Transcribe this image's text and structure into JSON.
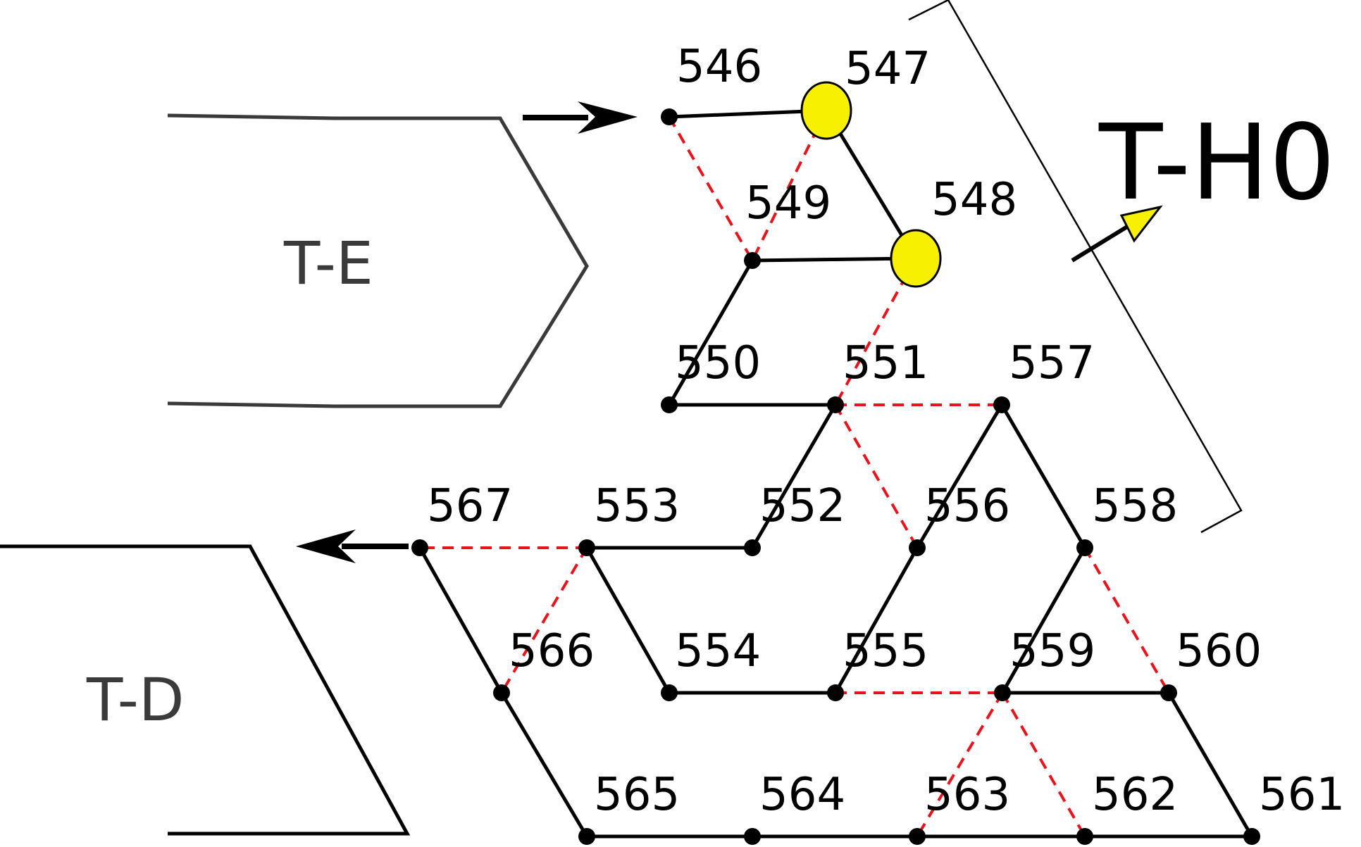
{
  "regions": {
    "te_label": "T-E",
    "td_label": "T-D",
    "th0_label": "T-H0"
  },
  "nodes": [
    {
      "id": "546",
      "label": "546"
    },
    {
      "id": "547",
      "label": "547",
      "highlight": true
    },
    {
      "id": "548",
      "label": "548",
      "highlight": true
    },
    {
      "id": "549",
      "label": "549"
    },
    {
      "id": "550",
      "label": "550"
    },
    {
      "id": "551",
      "label": "551"
    },
    {
      "id": "552",
      "label": "552"
    },
    {
      "id": "553",
      "label": "553"
    },
    {
      "id": "554",
      "label": "554"
    },
    {
      "id": "555",
      "label": "555"
    },
    {
      "id": "556",
      "label": "556"
    },
    {
      "id": "557",
      "label": "557"
    },
    {
      "id": "558",
      "label": "558"
    },
    {
      "id": "559",
      "label": "559"
    },
    {
      "id": "560",
      "label": "560"
    },
    {
      "id": "561",
      "label": "561"
    },
    {
      "id": "562",
      "label": "562"
    },
    {
      "id": "563",
      "label": "563"
    },
    {
      "id": "564",
      "label": "564"
    },
    {
      "id": "565",
      "label": "565"
    },
    {
      "id": "566",
      "label": "566"
    },
    {
      "id": "567",
      "label": "567"
    }
  ],
  "solid_edges": [
    [
      "546",
      "547"
    ],
    [
      "547",
      "548"
    ],
    [
      "549",
      "548"
    ],
    [
      "549",
      "550"
    ],
    [
      "550",
      "551"
    ],
    [
      "551",
      "552"
    ],
    [
      "552",
      "553"
    ],
    [
      "553",
      "554"
    ],
    [
      "554",
      "555"
    ],
    [
      "555",
      "556"
    ],
    [
      "556",
      "557"
    ],
    [
      "557",
      "558"
    ],
    [
      "558",
      "559"
    ],
    [
      "559",
      "560"
    ],
    [
      "560",
      "561"
    ],
    [
      "561",
      "562"
    ],
    [
      "562",
      "563"
    ],
    [
      "563",
      "564"
    ],
    [
      "564",
      "565"
    ],
    [
      "565",
      "566"
    ],
    [
      "566",
      "567"
    ]
  ],
  "dashed_edges": [
    [
      "546",
      "549"
    ],
    [
      "547",
      "549"
    ],
    [
      "548",
      "551"
    ],
    [
      "551",
      "557"
    ],
    [
      "551",
      "556"
    ],
    [
      "553",
      "567"
    ],
    [
      "553",
      "566"
    ],
    [
      "555",
      "559"
    ],
    [
      "559",
      "563"
    ],
    [
      "559",
      "562"
    ],
    [
      "558",
      "560"
    ]
  ],
  "colors": {
    "line": "#000000",
    "dashed": "#e8131b",
    "highlight_fill": "#f7f000",
    "region_outline": "#3a3a3a"
  }
}
